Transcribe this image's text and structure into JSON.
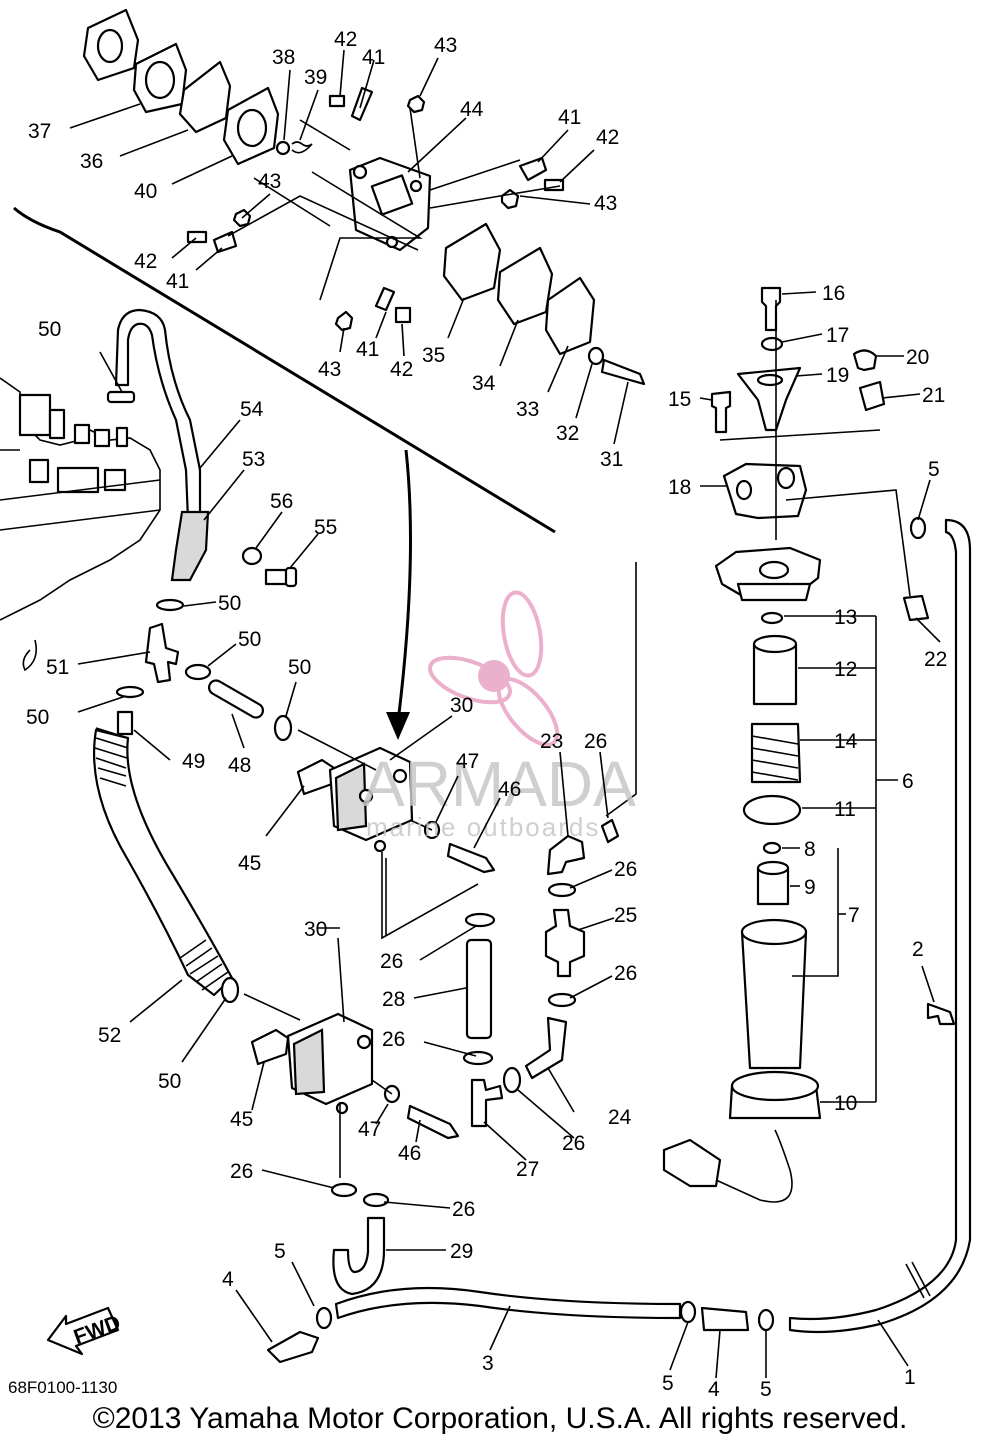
{
  "watermark": {
    "brand": "ARMADA",
    "tagline": "marine outboards",
    "propeller_color": "#e8a4c4",
    "text_color": "#c7c7c7"
  },
  "fwd_arrow_label": "FWD",
  "diagram_code": "68F0100-1130",
  "copyright": "©2013 Yamaha Motor Corporation, U.S.A. All rights reserved.",
  "callouts": [
    {
      "id": "c1",
      "text": "1"
    },
    {
      "id": "c2",
      "text": "2"
    },
    {
      "id": "c3",
      "text": "3"
    },
    {
      "id": "c4a",
      "text": "4"
    },
    {
      "id": "c4b",
      "text": "4"
    },
    {
      "id": "c5a",
      "text": "5"
    },
    {
      "id": "c5b",
      "text": "5"
    },
    {
      "id": "c5c",
      "text": "5"
    },
    {
      "id": "c5d",
      "text": "5"
    },
    {
      "id": "c6",
      "text": "6"
    },
    {
      "id": "c7",
      "text": "7"
    },
    {
      "id": "c8",
      "text": "8"
    },
    {
      "id": "c9",
      "text": "9"
    },
    {
      "id": "c10",
      "text": "10"
    },
    {
      "id": "c11",
      "text": "11"
    },
    {
      "id": "c12",
      "text": "12"
    },
    {
      "id": "c13",
      "text": "13"
    },
    {
      "id": "c14",
      "text": "14"
    },
    {
      "id": "c15",
      "text": "15"
    },
    {
      "id": "c16",
      "text": "16"
    },
    {
      "id": "c17",
      "text": "17"
    },
    {
      "id": "c18",
      "text": "18"
    },
    {
      "id": "c19",
      "text": "19"
    },
    {
      "id": "c20",
      "text": "20"
    },
    {
      "id": "c21",
      "text": "21"
    },
    {
      "id": "c22",
      "text": "22"
    },
    {
      "id": "c23",
      "text": "23"
    },
    {
      "id": "c24",
      "text": "24"
    },
    {
      "id": "c25",
      "text": "25"
    },
    {
      "id": "c26a",
      "text": "26"
    },
    {
      "id": "c26b",
      "text": "26"
    },
    {
      "id": "c26c",
      "text": "26"
    },
    {
      "id": "c26d",
      "text": "26"
    },
    {
      "id": "c26e",
      "text": "26"
    },
    {
      "id": "c26f",
      "text": "26"
    },
    {
      "id": "c26g",
      "text": "26"
    },
    {
      "id": "c26h",
      "text": "26"
    },
    {
      "id": "c27",
      "text": "27"
    },
    {
      "id": "c28",
      "text": "28"
    },
    {
      "id": "c29",
      "text": "29"
    },
    {
      "id": "c30a",
      "text": "30"
    },
    {
      "id": "c30b",
      "text": "30"
    },
    {
      "id": "c31",
      "text": "31"
    },
    {
      "id": "c32",
      "text": "32"
    },
    {
      "id": "c33",
      "text": "33"
    },
    {
      "id": "c34",
      "text": "34"
    },
    {
      "id": "c35",
      "text": "35"
    },
    {
      "id": "c36",
      "text": "36"
    },
    {
      "id": "c37",
      "text": "37"
    },
    {
      "id": "c38",
      "text": "38"
    },
    {
      "id": "c39",
      "text": "39"
    },
    {
      "id": "c40",
      "text": "40"
    },
    {
      "id": "c41a",
      "text": "41"
    },
    {
      "id": "c41b",
      "text": "41"
    },
    {
      "id": "c41c",
      "text": "41"
    },
    {
      "id": "c41d",
      "text": "41"
    },
    {
      "id": "c42a",
      "text": "42"
    },
    {
      "id": "c42b",
      "text": "42"
    },
    {
      "id": "c42c",
      "text": "42"
    },
    {
      "id": "c42d",
      "text": "42"
    },
    {
      "id": "c43a",
      "text": "43"
    },
    {
      "id": "c43b",
      "text": "43"
    },
    {
      "id": "c43c",
      "text": "43"
    },
    {
      "id": "c43d",
      "text": "43"
    },
    {
      "id": "c44",
      "text": "44"
    },
    {
      "id": "c45a",
      "text": "45"
    },
    {
      "id": "c45b",
      "text": "45"
    },
    {
      "id": "c46a",
      "text": "46"
    },
    {
      "id": "c46b",
      "text": "46"
    },
    {
      "id": "c47a",
      "text": "47"
    },
    {
      "id": "c47b",
      "text": "47"
    },
    {
      "id": "c48",
      "text": "48"
    },
    {
      "id": "c49",
      "text": "49"
    },
    {
      "id": "c50a",
      "text": "50"
    },
    {
      "id": "c50b",
      "text": "50"
    },
    {
      "id": "c50c",
      "text": "50"
    },
    {
      "id": "c50d",
      "text": "50"
    },
    {
      "id": "c50e",
      "text": "50"
    },
    {
      "id": "c50f",
      "text": "50"
    },
    {
      "id": "c51",
      "text": "51"
    },
    {
      "id": "c52",
      "text": "52"
    },
    {
      "id": "c53",
      "text": "53"
    },
    {
      "id": "c54",
      "text": "54"
    },
    {
      "id": "c55",
      "text": "55"
    },
    {
      "id": "c56",
      "text": "56"
    }
  ]
}
